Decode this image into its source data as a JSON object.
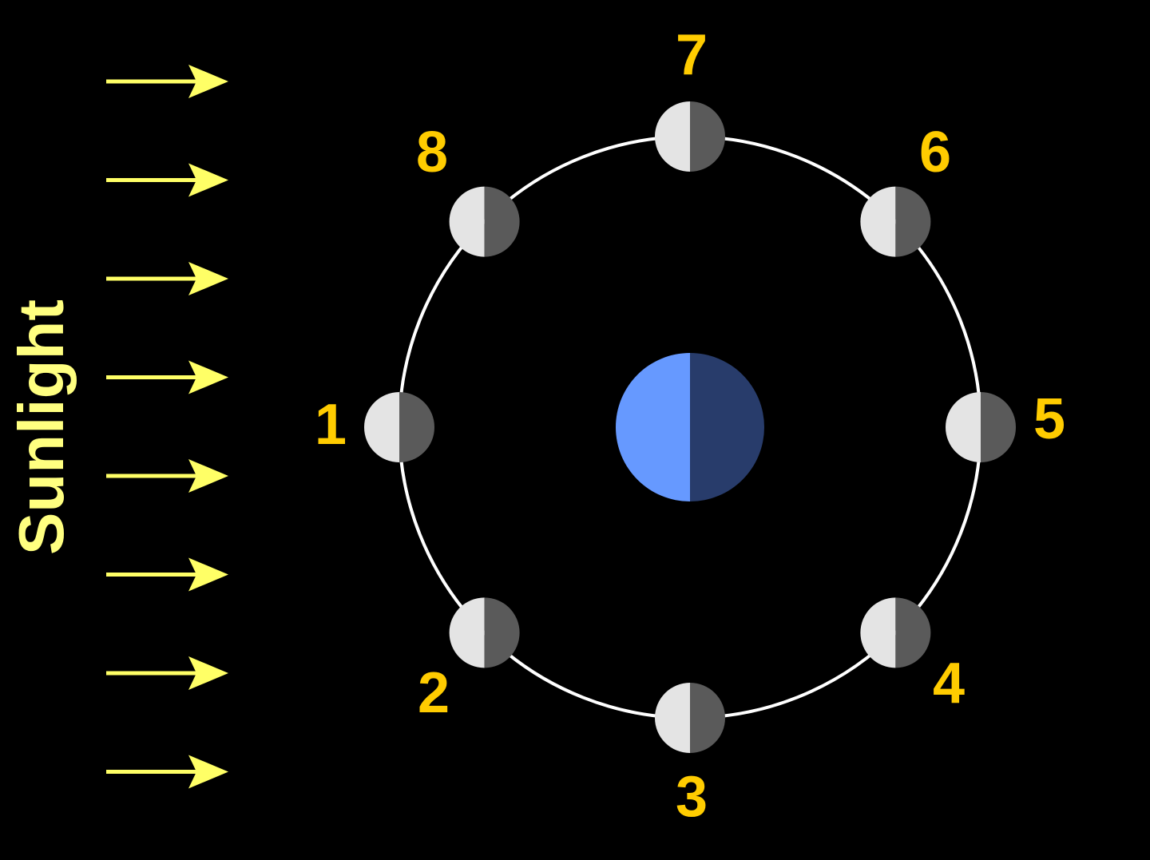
{
  "sunlight": {
    "label": "Sunlight",
    "arrow_count": 8
  },
  "earth": {
    "name": "earth",
    "lit_color": "#6699ff",
    "dark_color": "#283c6b"
  },
  "orbit": {
    "color": "#ffffff"
  },
  "moon": {
    "lit_color": "#e4e4e4",
    "dark_color": "#5a5a5a"
  },
  "positions": [
    {
      "label": "1"
    },
    {
      "label": "2"
    },
    {
      "label": "3"
    },
    {
      "label": "4"
    },
    {
      "label": "5"
    },
    {
      "label": "6"
    },
    {
      "label": "7"
    },
    {
      "label": "8"
    }
  ],
  "colors": {
    "background": "#000000",
    "arrow": "#ffff66",
    "sunlight_label": "#ffff80",
    "position_label": "#ffcc00"
  }
}
